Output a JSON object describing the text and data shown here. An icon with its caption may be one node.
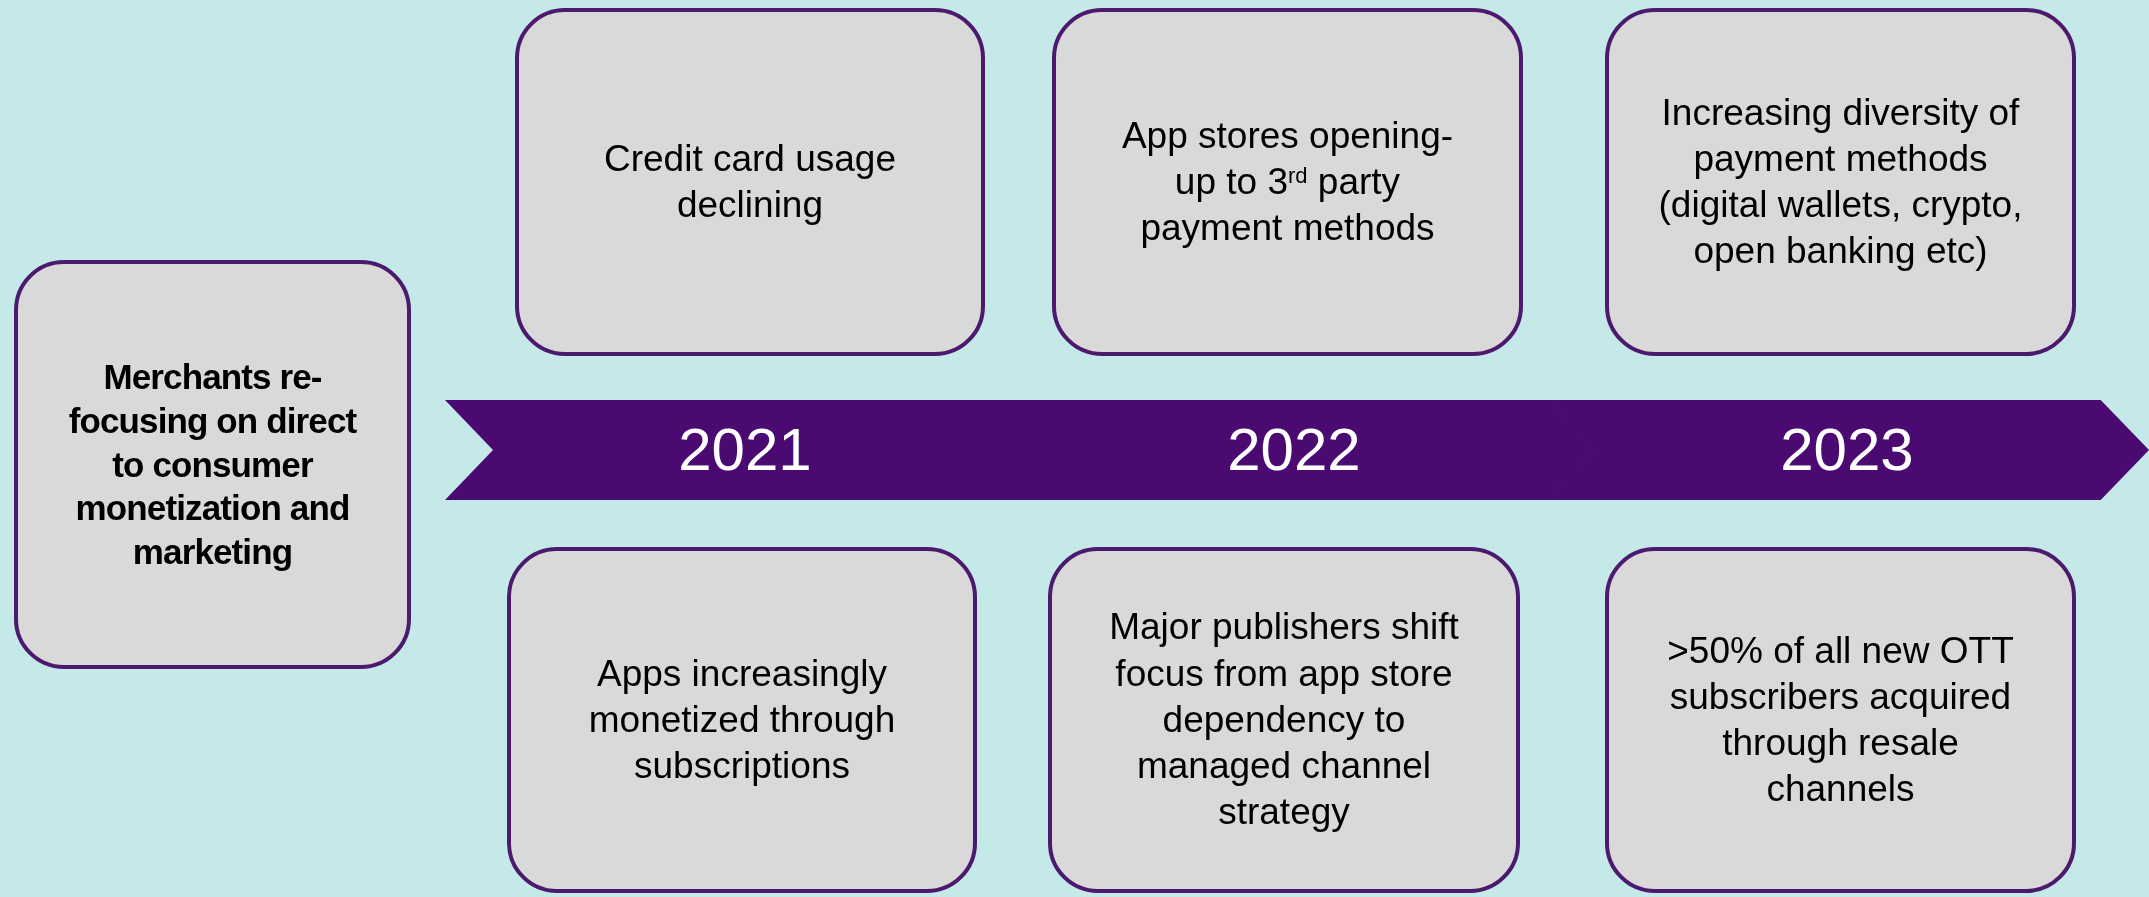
{
  "diagram": {
    "nodes": [
      {
        "text": [
          "Merchants re-focusing on direct to consumer monetization and marketing"
        ]
      },
      {
        "text": [
          "2021"
        ]
      },
      {
        "text": [
          "2022"
        ]
      },
      {
        "text": [
          "2023"
        ]
      },
      {
        "text": [
          "Credit card usage declining"
        ]
      },
      {
        "text": [
          "App stores opening-up to 3$^{rd}$ party payment methods"
        ]
      },
      {
        "text": [
          "Increasing diversity of payment methods (digital wallets, crypto, open banking etc)"
        ]
      },
      {
        "text": [
          "Apps increasingly monetized through subscriptions"
        ]
      },
      {
        "text": [
          "Major publishers shift focus from app store dependency to managed channel strategy"
        ]
      },
      {
        "text": [
          ">50% of all new OTT subscribers acquired through resale channels"
        ]
      }
    ]
  }
}
